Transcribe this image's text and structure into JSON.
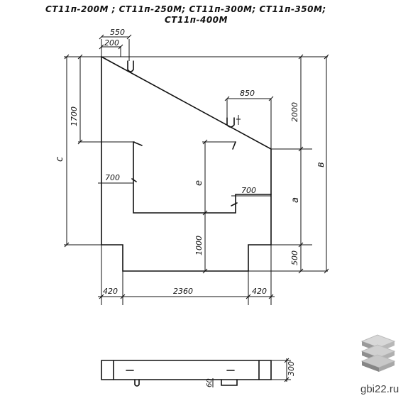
{
  "title": {
    "line1": "СТ11п-200М ; СТ11п-250М; СТ11п-300М; СТ11п-350М;",
    "line2": "СТ11п-400М"
  },
  "dimensions": {
    "d550": "550",
    "d200": "200",
    "d850": "850",
    "d1700": "1700",
    "d2000": "2000",
    "c": "с",
    "b": "в",
    "d700_left": "700",
    "e": "е",
    "d700_right": "700",
    "a": "а",
    "d1000": "1000",
    "d500": "500",
    "d420_left": "420",
    "d2360": "2360",
    "d420_right": "420",
    "d300": "300",
    "d60": "60"
  },
  "watermark": {
    "site": "gbi22.ru",
    "logo_icon": "stacked-slabs-icon"
  }
}
